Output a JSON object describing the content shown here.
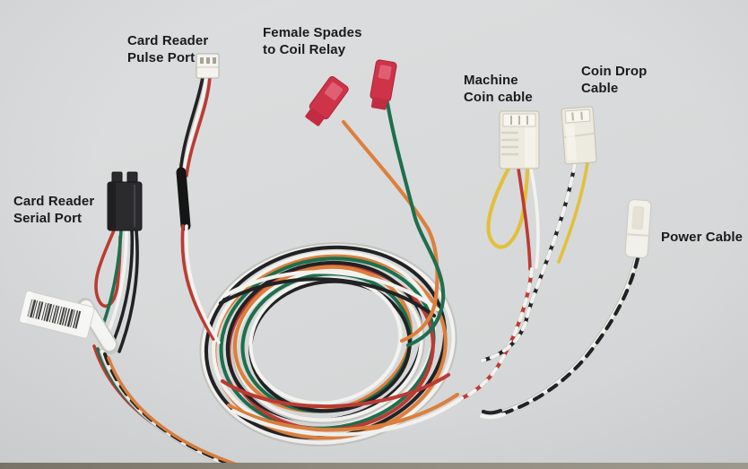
{
  "scene": {
    "kind": "photograph",
    "description": "Coiled wiring harness with labeled connector breakouts on a light gray surface"
  },
  "annotations": {
    "pulse_port": {
      "lines": [
        "Card Reader",
        "Pulse Port"
      ]
    },
    "female_spades": {
      "lines": [
        "Female Spades",
        "to Coil Relay"
      ]
    },
    "machine_coin": {
      "lines": [
        "Machine",
        "Coin cable"
      ]
    },
    "coin_drop": {
      "lines": [
        "Coin Drop",
        "Cable"
      ]
    },
    "serial_port": {
      "lines": [
        "Card Reader",
        "Serial Port"
      ]
    },
    "power": {
      "lines": [
        "Power Cable"
      ]
    }
  },
  "colors": {
    "label_text": "#1b1b1b",
    "wire_red": "#bb3b33",
    "wire_orange": "#dd7f3c",
    "wire_green": "#1e6f4e",
    "wire_yellow": "#e3bf3a",
    "wire_black": "#222224",
    "wire_white": "#f3f2ef",
    "spade_red": "#cf3347",
    "connector_nylon": "#edeadf",
    "connector_black": "#2b2b2e"
  }
}
